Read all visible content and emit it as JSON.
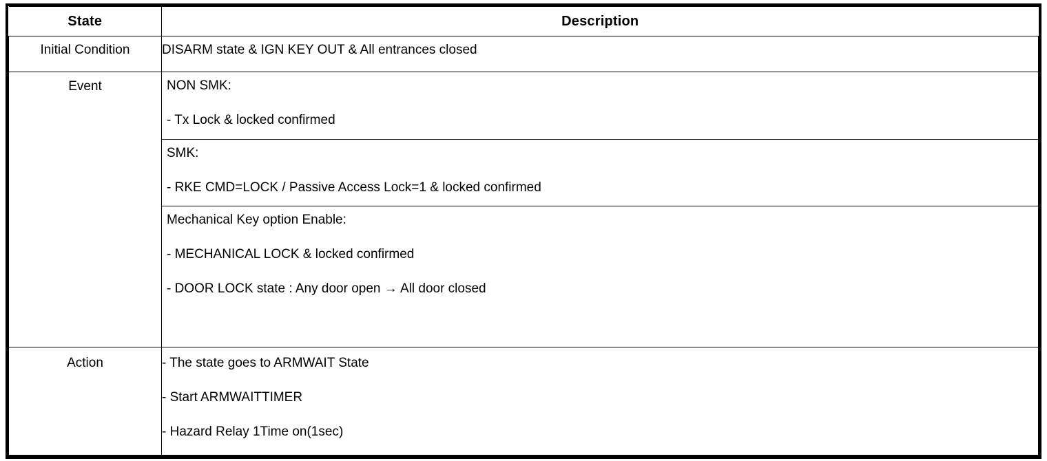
{
  "table": {
    "headers": {
      "state": "State",
      "description": "Description"
    },
    "rows": [
      {
        "state": "Initial Condition",
        "blocks": [
          {
            "lines": [
              "DISARM state & IGN KEY OUT & All entrances closed"
            ]
          }
        ]
      },
      {
        "state": "Event",
        "blocks": [
          {
            "lines": [
              "NON SMK:",
              "-  Tx Lock & locked confirmed"
            ]
          },
          {
            "lines": [
              "SMK:",
              "-  RKE CMD=LOCK / Passive Access Lock=1 & locked confirmed"
            ]
          },
          {
            "lines": [
              "Mechanical Key option Enable:",
              "-  MECHANICAL LOCK & locked confirmed",
              "-  DOOR LOCK state : Any door open → All door closed"
            ]
          }
        ]
      },
      {
        "state": "Action",
        "blocks": [
          {
            "lines": [
              "-  The state goes to ARMWAIT State",
              "-  Start ARMWAITTIMER",
              "-  Hazard Relay 1Time on(1sec)"
            ]
          }
        ]
      }
    ]
  }
}
